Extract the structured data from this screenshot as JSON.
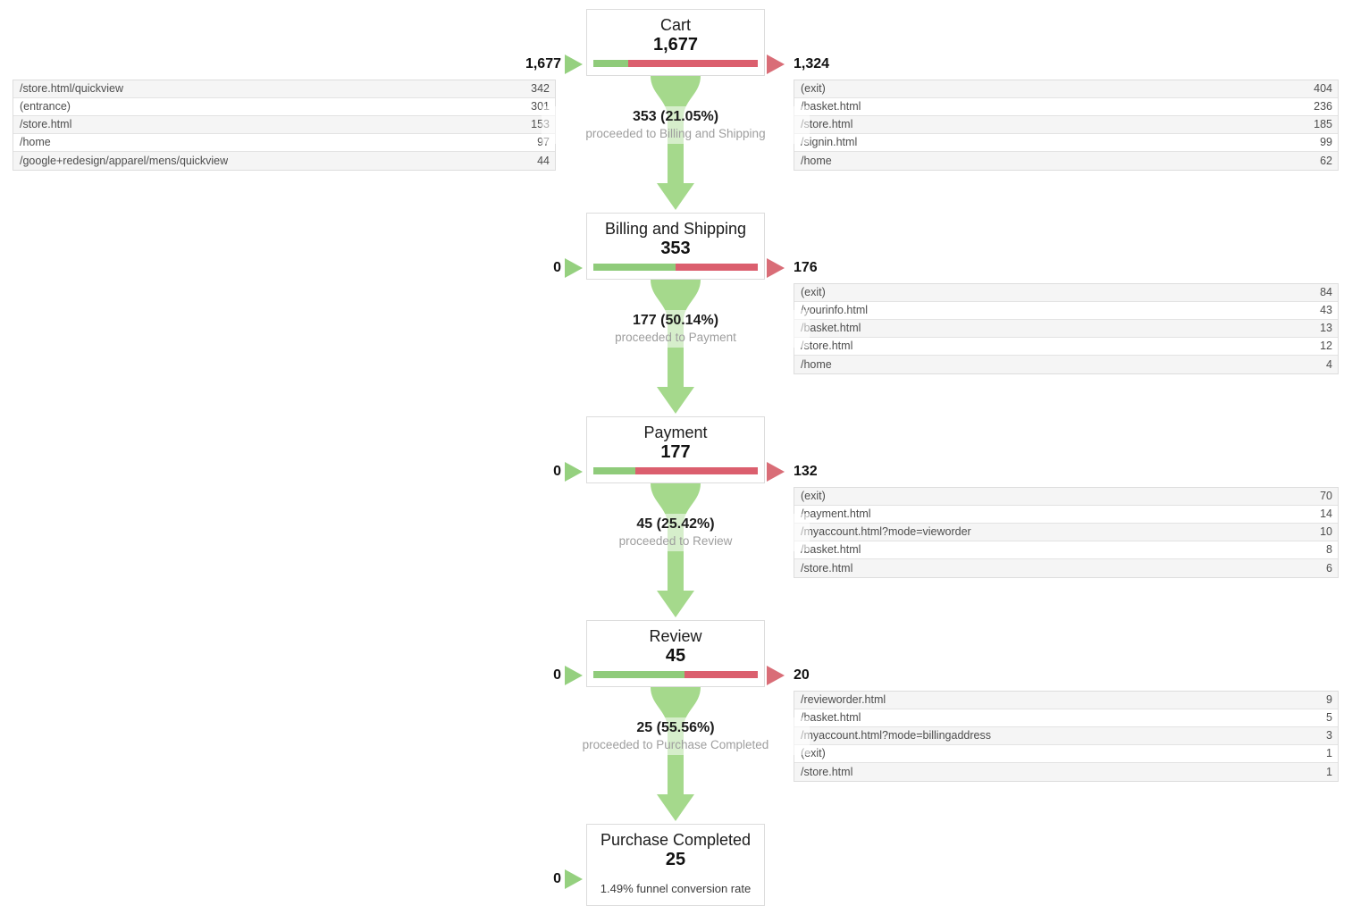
{
  "colors": {
    "bar_green": "#8fcb7a",
    "bar_red": "#db5f6e",
    "arrow_green": "#95d07f",
    "arrow_red": "#d96d77",
    "funnel_green": "#a5d98c"
  },
  "funnel": {
    "stages": [
      {
        "title": "Cart",
        "value": "1,677",
        "entered_label": "1,677",
        "exited_label": "1,324",
        "green_percent": 21.05,
        "entrance_table": {
          "rows": [
            {
              "label": "/store.html/quickview",
              "value": "342"
            },
            {
              "label": "(entrance)",
              "value": "301"
            },
            {
              "label": "/store.html",
              "value": "153"
            },
            {
              "label": "/home",
              "value": "97"
            },
            {
              "label": "/google+redesign/apparel/mens/quickview",
              "value": "44"
            }
          ]
        },
        "exit_table": {
          "rows": [
            {
              "label": "(exit)",
              "value": "404"
            },
            {
              "label": "/basket.html",
              "value": "236"
            },
            {
              "label": "/store.html",
              "value": "185"
            },
            {
              "label": "/signin.html",
              "value": "99"
            },
            {
              "label": "/home",
              "value": "62"
            }
          ]
        },
        "transition": {
          "headline": "353 (21.05%)",
          "subtext": "proceeded to Billing and Shipping"
        }
      },
      {
        "title": "Billing and Shipping",
        "value": "353",
        "entered_label": "0",
        "exited_label": "176",
        "green_percent": 50.14,
        "exit_table": {
          "rows": [
            {
              "label": "(exit)",
              "value": "84"
            },
            {
              "label": "/yourinfo.html",
              "value": "43"
            },
            {
              "label": "/basket.html",
              "value": "13"
            },
            {
              "label": "/store.html",
              "value": "12"
            },
            {
              "label": "/home",
              "value": "4"
            }
          ]
        },
        "transition": {
          "headline": "177 (50.14%)",
          "subtext": "proceeded to Payment"
        }
      },
      {
        "title": "Payment",
        "value": "177",
        "entered_label": "0",
        "exited_label": "132",
        "green_percent": 25.42,
        "exit_table": {
          "rows": [
            {
              "label": "(exit)",
              "value": "70"
            },
            {
              "label": "/payment.html",
              "value": "14"
            },
            {
              "label": "/myaccount.html?mode=vieworder",
              "value": "10"
            },
            {
              "label": "/basket.html",
              "value": "8"
            },
            {
              "label": "/store.html",
              "value": "6"
            }
          ]
        },
        "transition": {
          "headline": "45 (25.42%)",
          "subtext": "proceeded to Review"
        }
      },
      {
        "title": "Review",
        "value": "45",
        "entered_label": "0",
        "exited_label": "20",
        "green_percent": 55.56,
        "exit_table": {
          "rows": [
            {
              "label": "/revieworder.html",
              "value": "9"
            },
            {
              "label": "/basket.html",
              "value": "5"
            },
            {
              "label": "/myaccount.html?mode=billingaddress",
              "value": "3"
            },
            {
              "label": "(exit)",
              "value": "1"
            },
            {
              "label": "/store.html",
              "value": "1"
            }
          ]
        },
        "transition": {
          "headline": "25 (55.56%)",
          "subtext": "proceeded to Purchase Completed"
        }
      },
      {
        "title": "Purchase Completed",
        "value": "25",
        "entered_label": "0",
        "conversion_note": "1.49% funnel conversion rate"
      }
    ]
  },
  "chart_data": {
    "type": "funnel",
    "title": "Goal funnel visualization",
    "steps": [
      {
        "name": "Cart",
        "value": 1677,
        "entered": 1677,
        "exited": 1324,
        "proceeded": 353,
        "proceeded_pct": 21.05,
        "entrance_pages": [
          [
            "/store.html/quickview",
            342
          ],
          [
            "(entrance)",
            301
          ],
          [
            "/store.html",
            153
          ],
          [
            "/home",
            97
          ],
          [
            "/google+redesign/apparel/mens/quickview",
            44
          ]
        ],
        "exit_pages": [
          [
            "(exit)",
            404
          ],
          [
            "/basket.html",
            236
          ],
          [
            "/store.html",
            185
          ],
          [
            "/signin.html",
            99
          ],
          [
            "/home",
            62
          ]
        ]
      },
      {
        "name": "Billing and Shipping",
        "value": 353,
        "entered": 0,
        "exited": 176,
        "proceeded": 177,
        "proceeded_pct": 50.14,
        "exit_pages": [
          [
            "(exit)",
            84
          ],
          [
            "/yourinfo.html",
            43
          ],
          [
            "/basket.html",
            13
          ],
          [
            "/store.html",
            12
          ],
          [
            "/home",
            4
          ]
        ]
      },
      {
        "name": "Payment",
        "value": 177,
        "entered": 0,
        "exited": 132,
        "proceeded": 45,
        "proceeded_pct": 25.42,
        "exit_pages": [
          [
            "(exit)",
            70
          ],
          [
            "/payment.html",
            14
          ],
          [
            "/myaccount.html?mode=vieworder",
            10
          ],
          [
            "/basket.html",
            8
          ],
          [
            "/store.html",
            6
          ]
        ]
      },
      {
        "name": "Review",
        "value": 45,
        "entered": 0,
        "exited": 20,
        "proceeded": 25,
        "proceeded_pct": 55.56,
        "exit_pages": [
          [
            "/revieworder.html",
            9
          ],
          [
            "/basket.html",
            5
          ],
          [
            "/myaccount.html?mode=billingaddress",
            3
          ],
          [
            "(exit)",
            1
          ],
          [
            "/store.html",
            1
          ]
        ]
      },
      {
        "name": "Purchase Completed",
        "value": 25,
        "entered": 0,
        "funnel_conversion_rate_pct": 1.49
      }
    ]
  }
}
